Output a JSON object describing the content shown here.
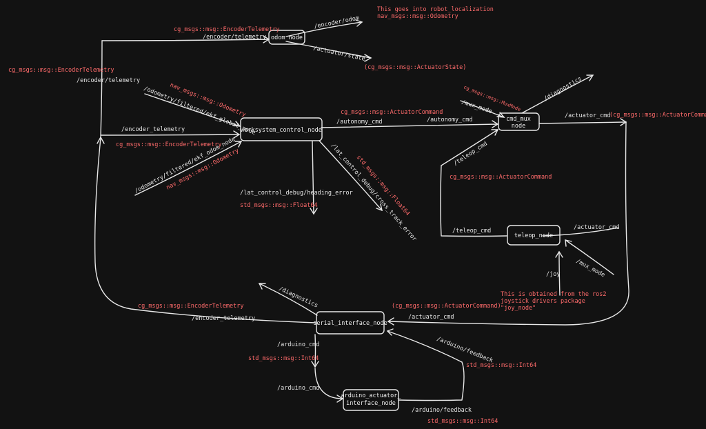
{
  "nodes": {
    "odom": "odom node",
    "control": "worksystem_control_node",
    "mux_l1": "cmd_mux",
    "mux_l2": "node",
    "teleop": "teleop_node",
    "serial": "serial_interface_node",
    "arduino_l1": "arduino_actuator_",
    "arduino_l2": "interface_node"
  },
  "topics": {
    "encoder_odom": "/encoder/odom",
    "encoder_telemetry": "/encoder/telemetry",
    "actuator_state": "/actuator/state",
    "encoder_telemetry_left": "/encoder/telemetry",
    "odom_filtered_global": "/odometry/filtered/ekf_global_node",
    "encoder_telemetry_ctrl": "/encoder_telemetry",
    "odom_filtered_odom": "/odometry/filtered/ekf_odom_node",
    "autonomy_cmd_a": "/autonomy_cmd",
    "autonomy_cmd_b": "/autonomy_cmd",
    "heading_error": "/lat_control_debug/heading_error",
    "cross_track_error": "/lat_control_debug/cross_track_error",
    "mux_mode_top": "/mux_mode",
    "diagnostics_top": "/diagnostics",
    "actuator_cmd_top": "/actuator_cmd",
    "teleop_cmd_up": "/teleop_cmd",
    "teleop_cmd_left": "/teleop_cmd",
    "actuator_cmd_teleop": "/actuator_cmd",
    "mux_mode_teleop": "/mux_mode",
    "joy": "/joy",
    "diagnostics_serial": "/diagnostics",
    "encoder_telemetry_serial": "/encoder_telemetry",
    "actuator_cmd_serial": "/actuator_cmd",
    "arduino_cmd_a": "/arduino_cmd",
    "arduino_cmd_b": "/arduino_cmd",
    "arduino_feedback_a": "/arduino/feedback",
    "arduino_feedback_b": "/arduino/feedback"
  },
  "msg_types": {
    "odom_note_l1": "This goes into robot_localization",
    "odom_note_l2": "nav_msgs::msg::Odometry",
    "enc_tel_odom": "cg_msgs::msg::EncoderTelemetry",
    "actuator_state": "(cg_msgs::msg::ActuatorState)",
    "enc_tel_left": "cg_msgs::msg::EncoderTelemetry",
    "odom_global": "nav_msgs::msg::Odometry",
    "enc_tel_ctrl": "cg_msgs::msg::EncoderTelemetry",
    "odom_local": "nav_msgs::msg::Odometry",
    "actuator_cmd_auto": "cg_msgs::msg::ActuatorCommand",
    "heading_float": "std_msgs::msg::Float64",
    "cross_float": "std_msgs::msg::Float64",
    "mux_mode_type": "cg_msgs::msg::MuxMode",
    "actuator_cmd_out": "(cg_msgs::msg::ActuatorCommand)",
    "actuator_cmd_teleop": "cg_msgs::msg::ActuatorCommand",
    "joy_note_l1": "This is obtained from the ros2",
    "joy_note_l2": "joystick drivers package",
    "joy_note_l3": "\"joy_node\"",
    "enc_tel_serial": "cg_msgs::msg::EncoderTelemetry",
    "actuator_cmd_serial": "(cg_msgs::msg::ActuatorCommand)",
    "int64_cmd": "std_msgs::msg::Int64",
    "int64_fb_top": "std_msgs::msg::Int64",
    "int64_fb_bottom": "std_msgs::msg::Int64"
  }
}
